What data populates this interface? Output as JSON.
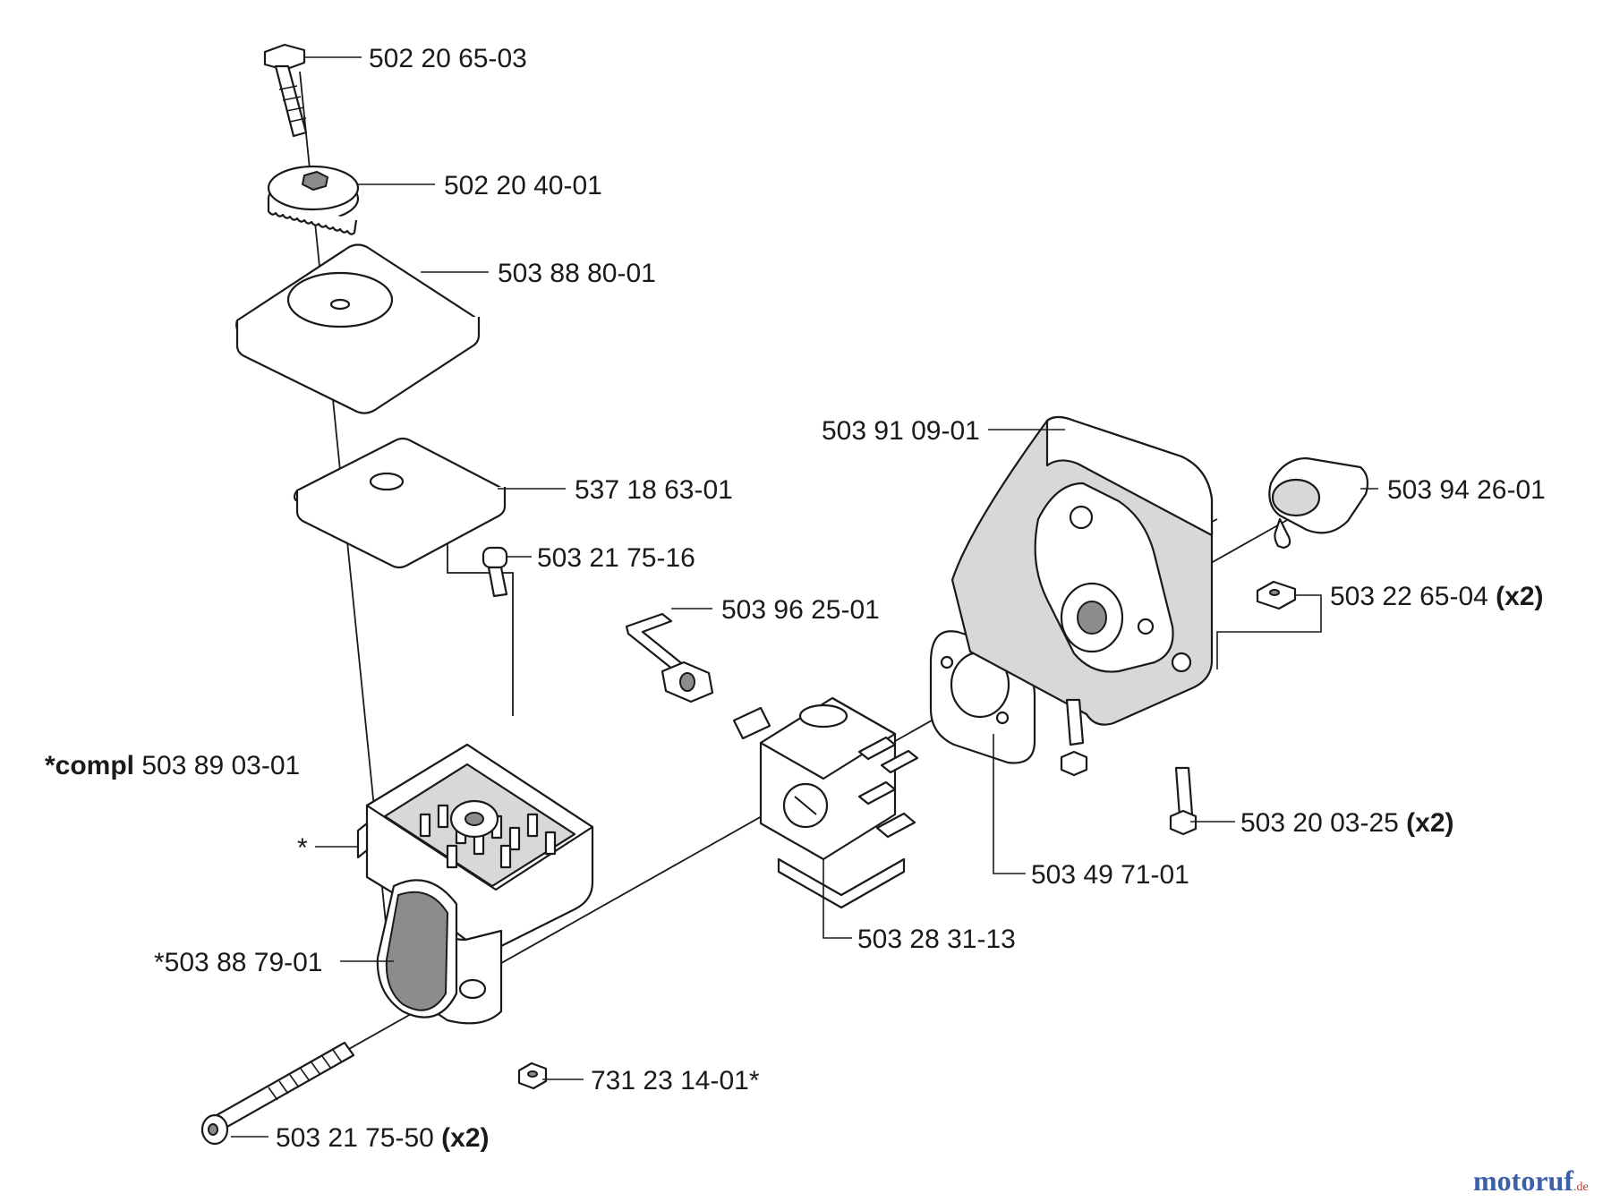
{
  "parts": [
    {
      "id": "p1",
      "number": "502 20 65-03",
      "qty": ""
    },
    {
      "id": "p2",
      "number": "502 20 40-01",
      "qty": ""
    },
    {
      "id": "p3",
      "number": "503 88 80-01",
      "qty": ""
    },
    {
      "id": "p4",
      "number": "537 18 63-01",
      "qty": ""
    },
    {
      "id": "p5",
      "number": "503 21 75-16",
      "qty": ""
    },
    {
      "id": "p6",
      "number": "503 96 25-01",
      "qty": ""
    },
    {
      "id": "p7",
      "number": "503 91 09-01",
      "qty": ""
    },
    {
      "id": "p8",
      "number": "503 94 26-01",
      "qty": ""
    },
    {
      "id": "p9",
      "number": "503 22 65-04",
      "qty": "(x2)"
    },
    {
      "id": "p10",
      "number": "503 20 03-25",
      "qty": "(x2)"
    },
    {
      "id": "p11",
      "number": "503 49 71-01",
      "qty": ""
    },
    {
      "id": "p12",
      "number": "503 28 31-13",
      "qty": ""
    },
    {
      "id": "p13",
      "number": "*503 88 79-01",
      "qty": ""
    },
    {
      "id": "p14",
      "number": "731 23 14-01*",
      "qty": ""
    },
    {
      "id": "p15",
      "number": "503 21 75-50",
      "qty": "(x2)"
    }
  ],
  "complete_assembly": {
    "prefix": "*compl",
    "number": "503 89 03-01",
    "marker": "*"
  },
  "watermark": {
    "brand": "motoruf",
    "suffix": ".de"
  }
}
